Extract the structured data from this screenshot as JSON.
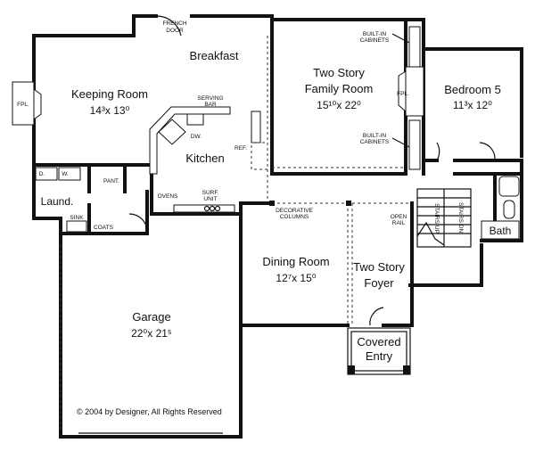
{
  "rooms": {
    "keeping_room": {
      "name": "Keeping Room",
      "dims": "14³x 13⁰"
    },
    "breakfast": {
      "name": "Breakfast"
    },
    "family_room": {
      "name_line1": "Two Story",
      "name_line2": "Family Room",
      "dims": "15¹⁰x 22⁰"
    },
    "bedroom5": {
      "name": "Bedroom 5",
      "dims": "11³x 12⁰"
    },
    "kitchen": {
      "name": "Kitchen"
    },
    "dining_room": {
      "name": "Dining Room",
      "dims": "12⁷x 15⁰"
    },
    "foyer": {
      "name_line1": "Two Story",
      "name_line2": "Foyer"
    },
    "garage": {
      "name": "Garage",
      "dims": "22⁰x 21⁵"
    },
    "covered_entry": {
      "name_line1": "Covered",
      "name_line2": "Entry"
    },
    "laund": {
      "name": "Laund."
    },
    "bath": {
      "name": "Bath"
    }
  },
  "labels": {
    "french_door_1": "FRENCH",
    "french_door_2": "DOOR",
    "serving_1": "SERVING",
    "serving_2": "BAR",
    "dw": "DW.",
    "ref": "REF.",
    "fpl_left": "FPL.",
    "fpl_center": "FPL.",
    "builtin_top_1": "BUILT-IN",
    "builtin_top_2": "CABINETS",
    "builtin_bottom_1": "BUILT-IN",
    "builtin_bottom_2": "CABINETS",
    "pant": "PANT.",
    "d": "D.",
    "w": "W.",
    "sink": "SINK",
    "coats": "COATS",
    "ovens": "OVENS",
    "surf_1": "SURF.",
    "surf_2": "UNIT",
    "dec_cols_1": "DECORATIVE",
    "dec_cols_2": "COLUMNS",
    "open_rail_1": "OPEN",
    "open_rail_2": "RAIL",
    "stairs_up": "STAIRS UP",
    "stairs_dn": "STAIRS DN."
  },
  "copyright": "© 2004 by Designer, All Rights Reserved"
}
